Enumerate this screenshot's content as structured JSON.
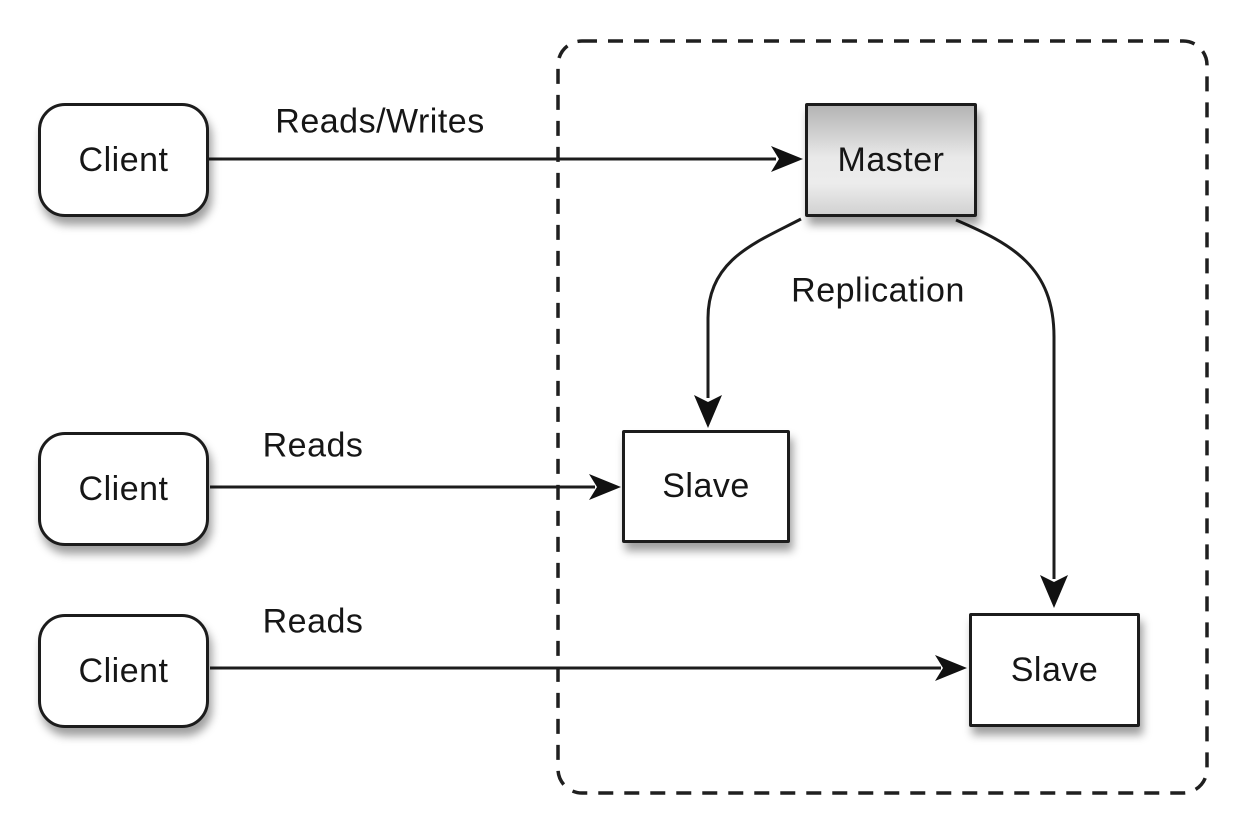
{
  "diagram": {
    "type": "architecture-diagram",
    "subject": "Database master-slave replication topology",
    "nodes": {
      "client1": {
        "label": "Client",
        "shape": "rounded-rect",
        "fill": "#ffffff"
      },
      "client2": {
        "label": "Client",
        "shape": "rounded-rect",
        "fill": "#ffffff"
      },
      "client3": {
        "label": "Client",
        "shape": "rounded-rect",
        "fill": "#ffffff"
      },
      "master": {
        "label": "Master",
        "shape": "rect",
        "fill": "gradient-gray"
      },
      "slave1": {
        "label": "Slave",
        "shape": "rect",
        "fill": "#ffffff"
      },
      "slave2": {
        "label": "Slave",
        "shape": "rect",
        "fill": "#ffffff"
      }
    },
    "edges": {
      "reads_writes": {
        "label": "Reads/Writes",
        "from": "client1",
        "to": "master",
        "style": "straight-arrow"
      },
      "reads_mid": {
        "label": "Reads",
        "from": "client2",
        "to": "slave1",
        "style": "straight-arrow"
      },
      "reads_bottom": {
        "label": "Reads",
        "from": "client3",
        "to": "slave2",
        "style": "straight-arrow"
      },
      "replication": {
        "label": "Replication",
        "from": "master",
        "to": "slave1 & slave2",
        "style": "curved-arrows"
      }
    },
    "group": {
      "name": "replication-cluster",
      "border": "dashed",
      "members": [
        "master",
        "slave1",
        "slave2"
      ]
    },
    "colors": {
      "background": "#ffffff",
      "stroke": "#1c1c1c",
      "node_fill": "#ffffff",
      "master_gradient_top": "#b4b4b4",
      "master_gradient_mid": "#ececec",
      "master_gradient_bottom": "#d2d2d2",
      "text": "#161616"
    }
  }
}
